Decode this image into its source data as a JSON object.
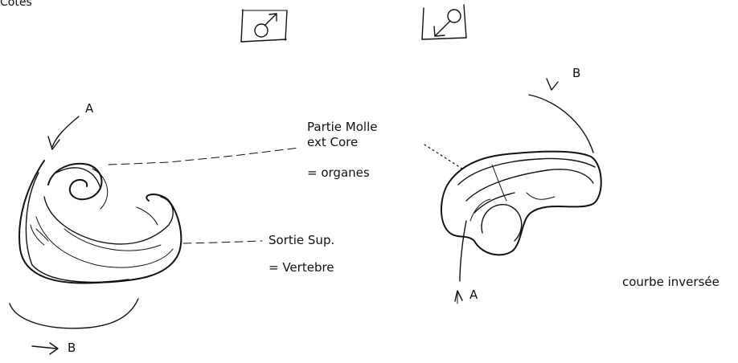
{
  "labels": {
    "top_left_cut": "Cotes",
    "partie_molle": "Partie Molle",
    "ext_core": "ext Core",
    "organes": "= organes",
    "sortie_sup": "Sortie Sup.",
    "vertebre": "= Vertebre",
    "courbe_inversee": "courbe inversée",
    "left_a": "A",
    "left_b": "B",
    "right_a": "A",
    "right_b": "B"
  },
  "icons": {
    "male_symbol": "♂",
    "female_symbol": "♀",
    "arrow_diag": "↙"
  },
  "colors": {
    "ink": "#111111",
    "background": "#ffffff"
  }
}
